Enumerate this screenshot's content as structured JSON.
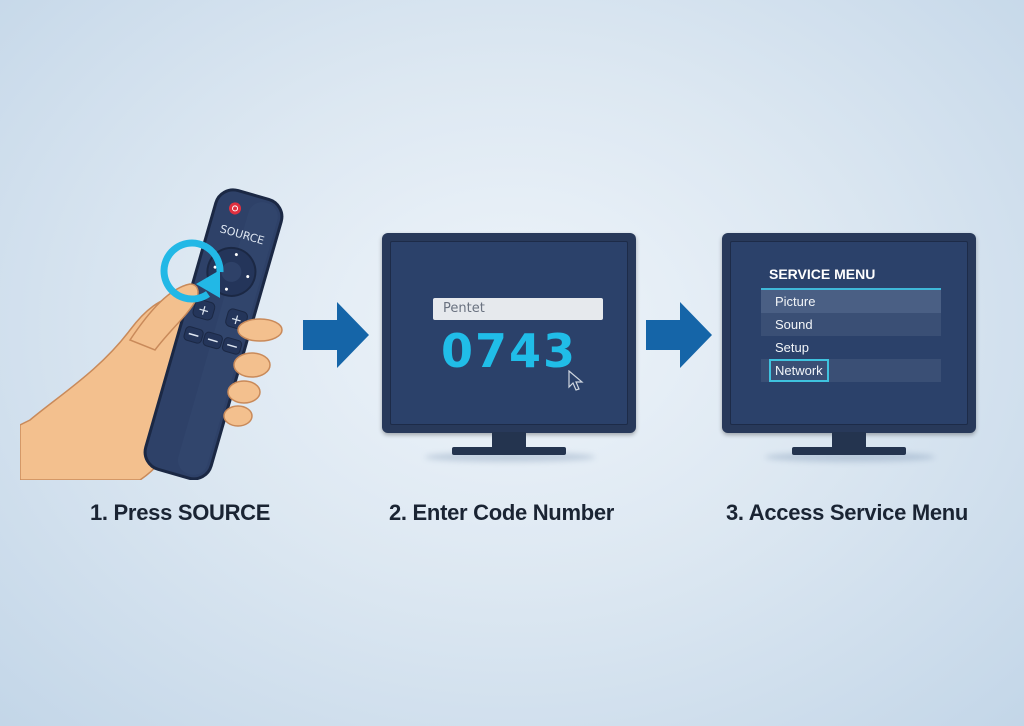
{
  "steps": [
    {
      "number": 1,
      "caption": "1. Press SOURCE",
      "remote": {
        "button_label": "SOURCE"
      }
    },
    {
      "number": 2,
      "caption": "2. Enter Code Number",
      "screen": {
        "input_text": "Pentet",
        "code": "0743"
      }
    },
    {
      "number": 3,
      "caption": "3. Access Service Menu",
      "screen": {
        "title": "SERVICE MENU",
        "items": [
          "Picture",
          "Sound",
          "Setup",
          "Network"
        ],
        "selected_item": "Network"
      }
    }
  ],
  "colors": {
    "accent_cyan": "#20bde8",
    "arrow_blue": "#1565a8",
    "monitor_navy": "#28395a",
    "screen_blue": "#2b416a",
    "power_red": "#e03040"
  },
  "icons": [
    "remote-control-icon",
    "rotate-arrow-icon",
    "arrow-right-icon",
    "mouse-cursor-icon",
    "power-icon"
  ]
}
